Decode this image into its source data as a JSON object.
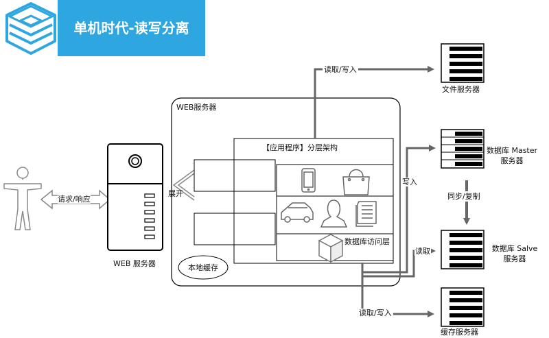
{
  "title": "单机时代-读写分离",
  "labels": {
    "web_server_box": "WEB服务器",
    "app_layers": "【应用程序】分层架构",
    "db_access_layer": "数据库访问层",
    "local_cache": "本地缓存",
    "web_server_caption": "WEB 服务器",
    "request_response": "请求/响应",
    "expand": "展开",
    "read_write_top": "读取/写入",
    "read_write_bottom": "读取/写入",
    "write": "写入",
    "read": "读取",
    "sync_copy": "同步/复制",
    "file_server": "文件服务器",
    "db_master_line1": "数据库 Master",
    "db_master_line2": "服务器",
    "db_slave_line1": "数据库 Salve",
    "db_slave_line2": "服务器",
    "cache_server": "缓存服务器"
  },
  "colors": {
    "accent": "#2ea7e0",
    "arrow": "#666666",
    "line": "#000000"
  }
}
